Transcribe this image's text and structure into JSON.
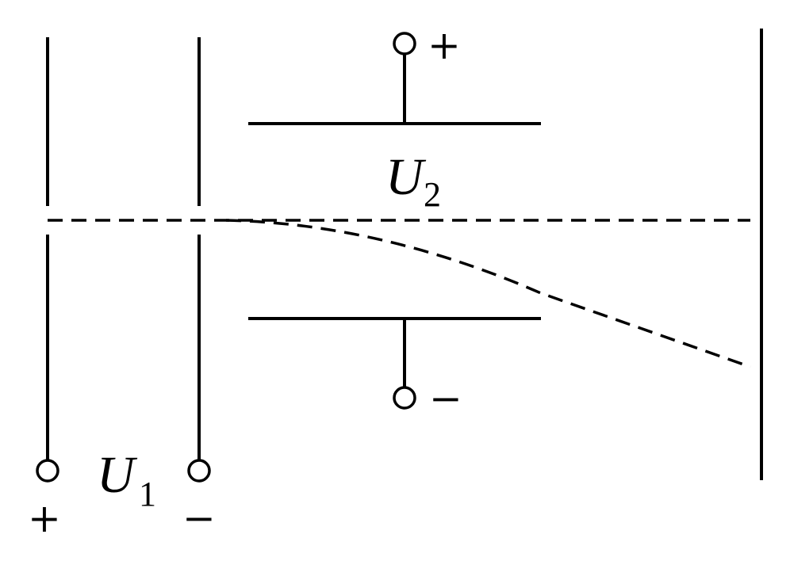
{
  "labels": {
    "accel_voltage": {
      "symbol": "U",
      "subscript": "1"
    },
    "deflect_voltage": {
      "symbol": "U",
      "subscript": "2"
    },
    "accel_left_sign": "+",
    "accel_right_sign": "−",
    "deflect_top_sign": "+",
    "deflect_bottom_sign": "−"
  }
}
